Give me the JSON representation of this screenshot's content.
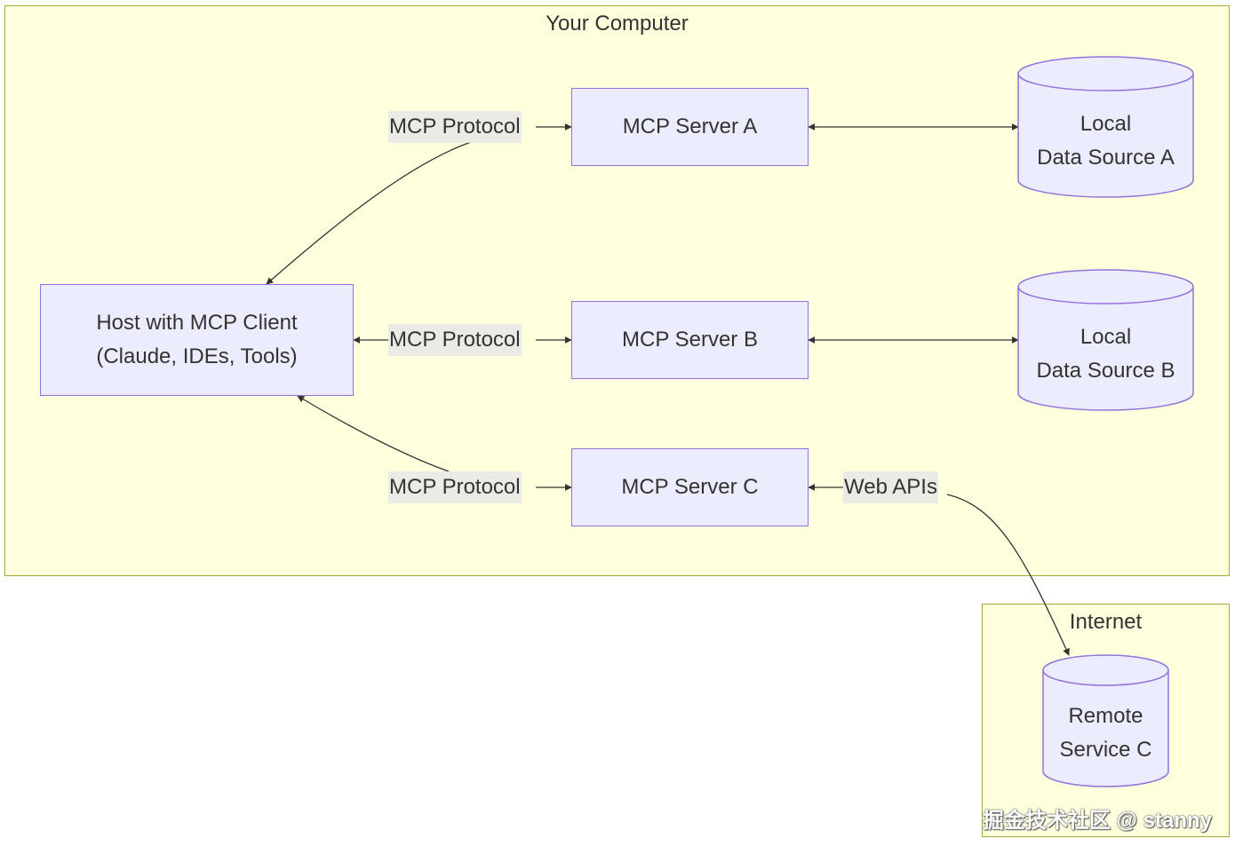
{
  "clusters": {
    "computer": "Your Computer",
    "internet": "Internet"
  },
  "nodes": {
    "host": "Host with MCP Client\n(Claude, IDEs, Tools)",
    "server_a": "MCP Server A",
    "server_b": "MCP Server B",
    "server_c": "MCP Server C",
    "data_source_a": "Local\nData Source A",
    "data_source_b": "Local\nData Source B",
    "remote_service_c": "Remote\nService C"
  },
  "edges": {
    "host_to_a": "MCP Protocol",
    "host_to_b": "MCP Protocol",
    "host_to_c": "MCP Protocol",
    "c_to_remote": "Web APIs"
  },
  "watermark": "掘金技术社区 @ stanny",
  "colors": {
    "cluster_fill": "#ffffde",
    "cluster_border": "#aaaa33",
    "node_fill": "#ececff",
    "node_border": "#9370db",
    "text": "#333333",
    "edge": "#333333",
    "edge_label_bg": "#e8e8e8"
  }
}
